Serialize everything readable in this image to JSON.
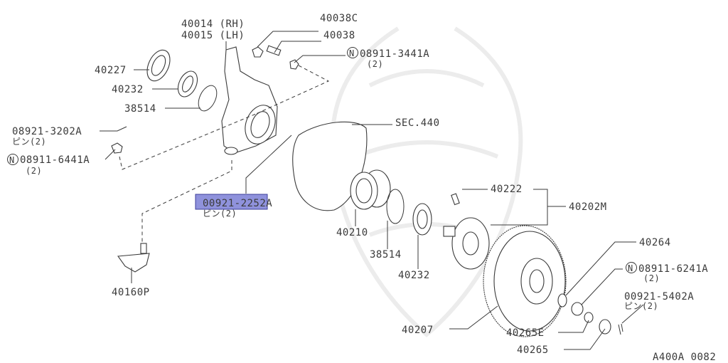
{
  "diagram_code": "A400A 0082",
  "highlight_color": "#7b7fd6",
  "labels": {
    "knuckle_rh": "40014 (RH)",
    "knuckle_lh": "40015 (LH)",
    "bolt_c": "40038C",
    "bolt": "40038",
    "nut_top": "08911-3441A",
    "nut_top_qty": "(2)",
    "seal": "40227",
    "bearing_spacer_left": "40232",
    "snap_ring_left": "38514",
    "backing_plate": "SEC.440",
    "pin_left": "08921-3202A",
    "pin_left_qty": "ピン(2)",
    "nut_left": "08911-6441A",
    "nut_left_qty": "(2)",
    "pin_highlight": "00921-2252A",
    "pin_highlight_qty": "ピン(2)",
    "hub_bolt": "40222",
    "hub": "40202M",
    "bearing": "40210",
    "snap_ring_right": "38514",
    "bearing_spacer_right": "40232",
    "washer": "40264",
    "nut_right": "08911-6241A",
    "nut_right_qty": "(2)",
    "pin_right": "00921-5402A",
    "pin_right_qty": "ピン(2)",
    "ball_joint": "40160P",
    "rotor": "40207",
    "washer_e": "40265E",
    "castle_nut": "40265"
  },
  "n_marker": "N"
}
